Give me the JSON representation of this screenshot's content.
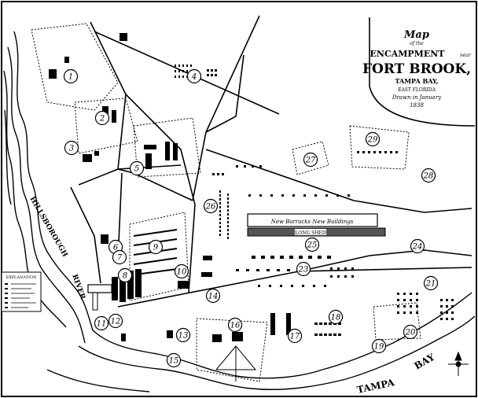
{
  "title": {
    "line1": "Map",
    "line2": "of the",
    "line3": "ENCAMPMENT",
    "line3b": "near",
    "line4": "FORT BROOK,",
    "line5": "TAMPA BAY,",
    "line6": "EAST FLORIDA",
    "line7": "Drawn in January",
    "line8": "1838"
  },
  "water_labels": {
    "river1": "HILLSBOROUGH",
    "river2": "RIVER",
    "bay1": "TAMPA",
    "bay2": "BAY"
  },
  "building_labels": {
    "new_barracks": "New Barracks New Buildings",
    "long_shed": "LONG SHED"
  },
  "explanation_title": "EXPLANATION",
  "site_numbers": [
    "1",
    "2",
    "3",
    "4",
    "5",
    "6",
    "7",
    "8",
    "9",
    "10",
    "11",
    "12",
    "13",
    "14",
    "15",
    "16",
    "17",
    "18",
    "19",
    "20",
    "21",
    "23",
    "24",
    "25",
    "26",
    "27",
    "28",
    "29"
  ],
  "compass": "N"
}
